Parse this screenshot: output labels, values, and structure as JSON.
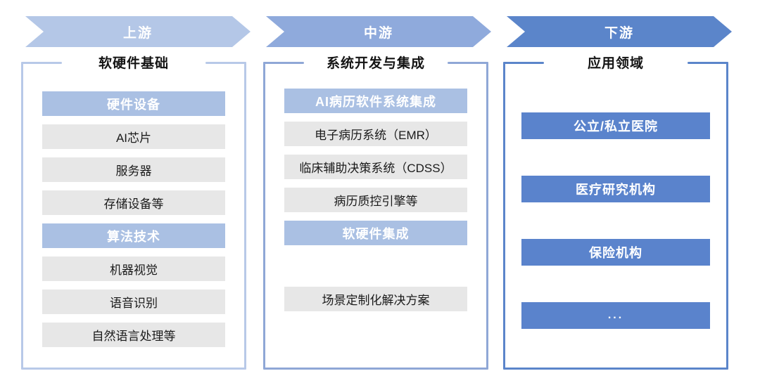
{
  "colors": {
    "banner_upstream": "#b4c7e7",
    "banner_midstream": "#8faadc",
    "banner_downstream": "#5b85ca",
    "frame_upstream": "#b8c9e8",
    "frame_midstream": "#8fa7d6",
    "frame_downstream": "#5b85ca",
    "cell_grey": "#e7e7e7",
    "cell_blue_light": "#aac0e3",
    "cell_blue_dark": "#5a83cc",
    "title_text": "#141414"
  },
  "banners": [
    {
      "label": "上游"
    },
    {
      "label": "中游"
    },
    {
      "label": "下游"
    }
  ],
  "columns": [
    {
      "title": "软硬件基础",
      "items": [
        {
          "label": "硬件设备",
          "style": "blue-light"
        },
        {
          "label": "AI芯片",
          "style": "grey"
        },
        {
          "label": "服务器",
          "style": "grey"
        },
        {
          "label": "存储设备等",
          "style": "grey"
        },
        {
          "label": "算法技术",
          "style": "blue-light"
        },
        {
          "label": "机器视觉",
          "style": "grey"
        },
        {
          "label": "语音识别",
          "style": "grey"
        },
        {
          "label": "自然语言处理等",
          "style": "grey"
        }
      ]
    },
    {
      "title": "系统开发与集成",
      "items": [
        {
          "label": "AI病历软件系统集成",
          "style": "blue-light"
        },
        {
          "label": "电子病历系统（EMR）",
          "style": "grey"
        },
        {
          "label": "临床辅助决策系统（CDSS）",
          "style": "grey"
        },
        {
          "label": "病历质控引擎等",
          "style": "grey"
        },
        {
          "label": "软硬件集成",
          "style": "blue-light"
        },
        {
          "label": "场景定制化解决方案",
          "style": "grey"
        }
      ]
    },
    {
      "title": "应用领域",
      "items": [
        {
          "label": "公立/私立医院",
          "style": "blue-dark"
        },
        {
          "label": "医疗研究机构",
          "style": "blue-dark"
        },
        {
          "label": "保险机构",
          "style": "blue-dark"
        },
        {
          "label": "...",
          "style": "blue-dark"
        }
      ]
    }
  ]
}
